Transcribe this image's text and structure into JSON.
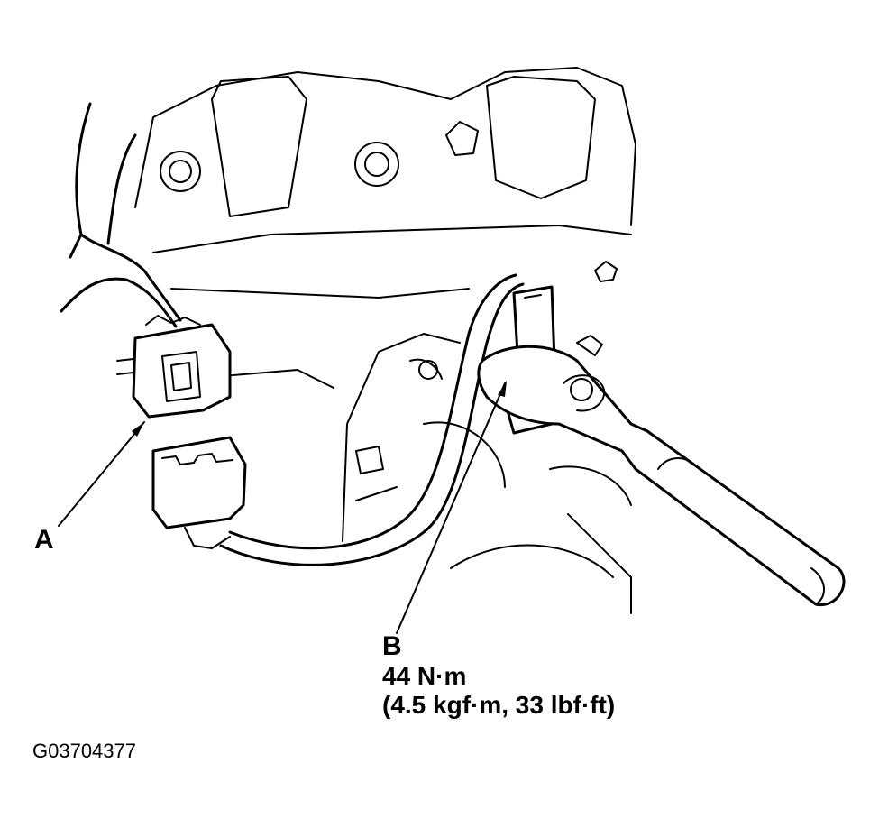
{
  "labels": {
    "a": "A",
    "b": "B",
    "torque_nm": "44 N·m",
    "torque_alt": "(4.5 kgf·m, 33 lbf·ft)",
    "figure_id": "G03704377"
  },
  "components": [
    "engine-block",
    "wiring-connector",
    "oxygen-sensor",
    "wrench"
  ],
  "colors": {
    "line": "#000000",
    "background": "#ffffff"
  }
}
